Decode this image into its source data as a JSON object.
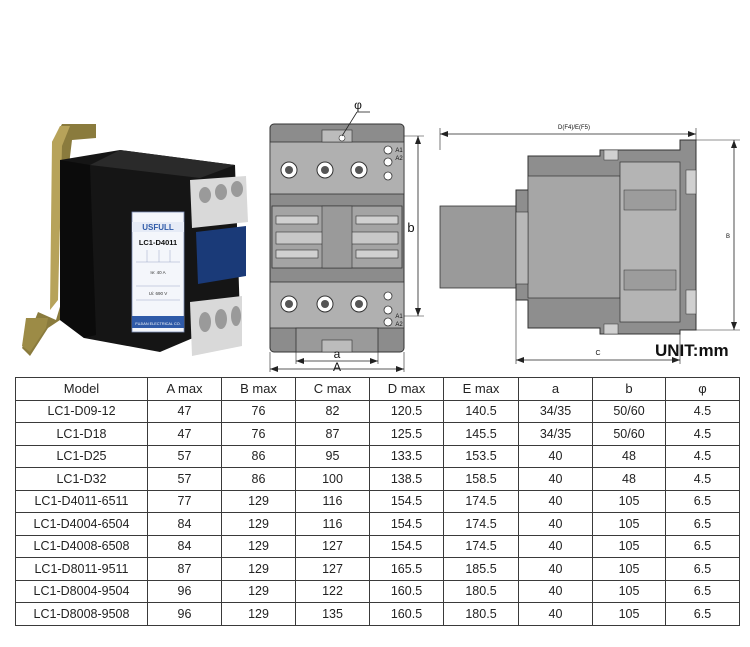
{
  "product_photo": {
    "brand_label": "USFULL",
    "model_label": "LC1-D4011",
    "spec_line_1": "Ie: 40 A",
    "spec_line_2": "Ui: 690 V",
    "maker_line": "FUJIAN ELECTRICAL CO."
  },
  "front_drawing": {
    "label_phi": "φ",
    "label_b": "b",
    "label_a": "a",
    "label_A": "A",
    "terminal_labels": [
      "A1",
      "A2",
      "A1",
      "A2"
    ]
  },
  "side_drawing": {
    "label_top": "D(F4)/E(F5)",
    "label_B": "B",
    "label_C": "C"
  },
  "unit_label": "UNIT:mm",
  "table": {
    "headers": [
      "Model",
      "A max",
      "B max",
      "C max",
      "D max",
      "E max",
      "a",
      "b",
      "φ"
    ],
    "rows": [
      [
        "LC1-D09-12",
        "47",
        "76",
        "82",
        "120.5",
        "140.5",
        "34/35",
        "50/60",
        "4.5"
      ],
      [
        "LC1-D18",
        "47",
        "76",
        "87",
        "125.5",
        "145.5",
        "34/35",
        "50/60",
        "4.5"
      ],
      [
        "LC1-D25",
        "57",
        "86",
        "95",
        "133.5",
        "153.5",
        "40",
        "48",
        "4.5"
      ],
      [
        "LC1-D32",
        "57",
        "86",
        "100",
        "138.5",
        "158.5",
        "40",
        "48",
        "4.5"
      ],
      [
        "LC1-D4011-6511",
        "77",
        "129",
        "116",
        "154.5",
        "174.5",
        "40",
        "105",
        "6.5"
      ],
      [
        "LC1-D4004-6504",
        "84",
        "129",
        "116",
        "154.5",
        "174.5",
        "40",
        "105",
        "6.5"
      ],
      [
        "LC1-D4008-6508",
        "84",
        "129",
        "127",
        "154.5",
        "174.5",
        "40",
        "105",
        "6.5"
      ],
      [
        "LC1-D8011-9511",
        "87",
        "129",
        "127",
        "165.5",
        "185.5",
        "40",
        "105",
        "6.5"
      ],
      [
        "LC1-D8004-9504",
        "96",
        "129",
        "122",
        "160.5",
        "180.5",
        "40",
        "105",
        "6.5"
      ],
      [
        "LC1-D8008-9508",
        "96",
        "129",
        "135",
        "160.5",
        "180.5",
        "40",
        "105",
        "6.5"
      ]
    ]
  }
}
